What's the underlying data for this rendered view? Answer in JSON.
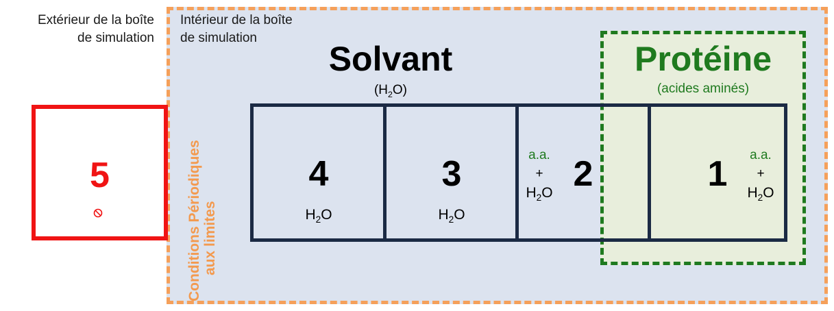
{
  "labels": {
    "outside_line1": "Extérieur de la boîte",
    "outside_line2": "de simulation",
    "inside_line1": "Intérieur de la boîte",
    "inside_line2": "de simulation",
    "periodic_line1": "Conditions Périodiques",
    "periodic_line2": "aux limites"
  },
  "solvent": {
    "title": "Solvant",
    "formula_prefix": "(H",
    "formula_sub": "2",
    "formula_suffix": "O)"
  },
  "protein": {
    "title": "Protéine",
    "subtitle": "(acides aminés)"
  },
  "water": {
    "h": "H",
    "sub": "2",
    "o": "O"
  },
  "cells": [
    {
      "number": "4",
      "content": "H2O"
    },
    {
      "number": "3",
      "content": "H2O"
    },
    {
      "number": "2",
      "content": "a.a. + H2O"
    },
    {
      "number": "1",
      "content": "a.a. + H2O"
    }
  ],
  "aa_label": "a.a.",
  "plus": "+",
  "outside_cell": {
    "number": "5",
    "icon": "ban-icon"
  },
  "colors": {
    "sim_box_fill": "#dce3ef",
    "periodic_border": "#f5a05a",
    "protein_green": "#1f7a1f",
    "protein_fill": "#e8eedc",
    "cell_border": "#1b2a44",
    "outside_red": "#f01414"
  }
}
